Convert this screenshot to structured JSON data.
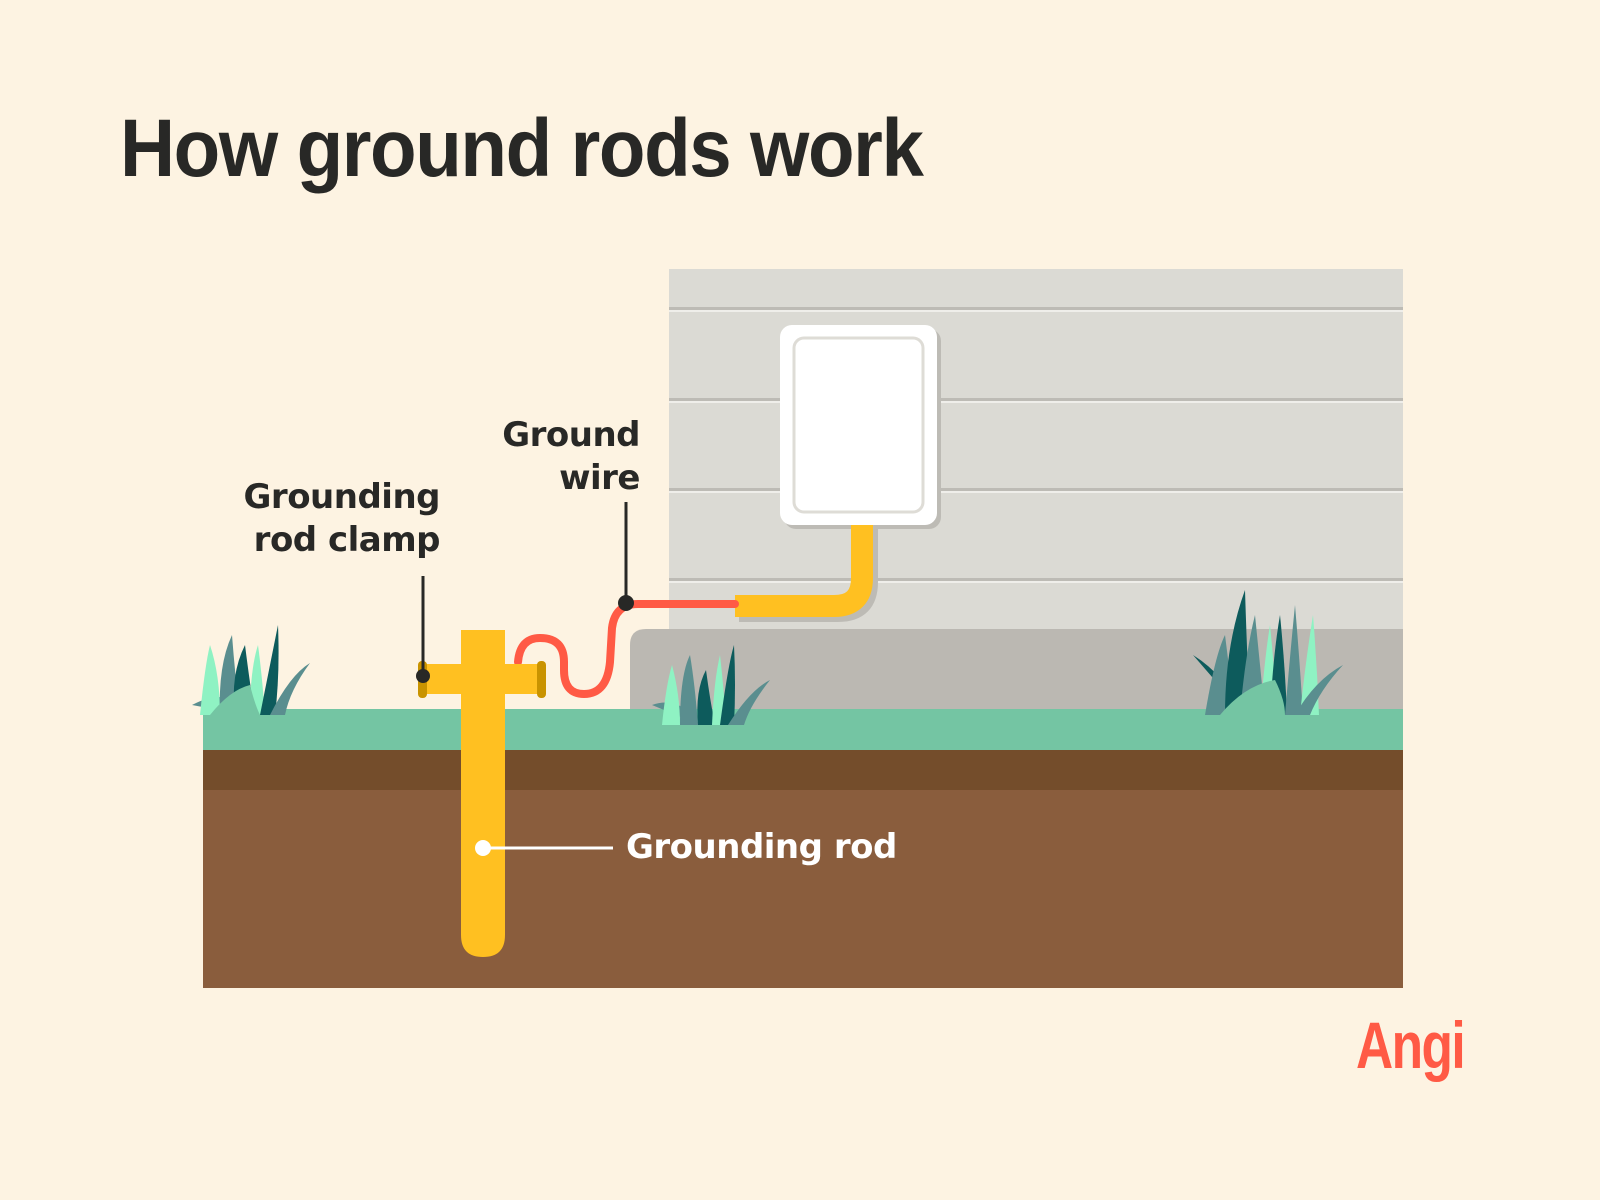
{
  "title": "How ground rods work",
  "labels": {
    "grounding_rod_clamp": [
      "Grounding",
      "rod clamp"
    ],
    "ground_wire": [
      "Ground",
      "wire"
    ],
    "grounding_rod": "Grounding rod"
  },
  "brand": {
    "logo_text": "Angi",
    "logo_color": "#ff5a45"
  },
  "colors": {
    "background": "#fdf3e2",
    "wall_siding": "#dbdad4",
    "wall_foundation": "#bbb8b2",
    "grass_strip": "#74c5a3",
    "topsoil": "#744d2b",
    "soil": "#8a5d3d",
    "rod_yellow": "#ffc021",
    "clamp_dark_yellow": "#c99300",
    "wire_red": "#ff5a45",
    "panel_white": "#ffffff",
    "label_dark": "#282826"
  }
}
